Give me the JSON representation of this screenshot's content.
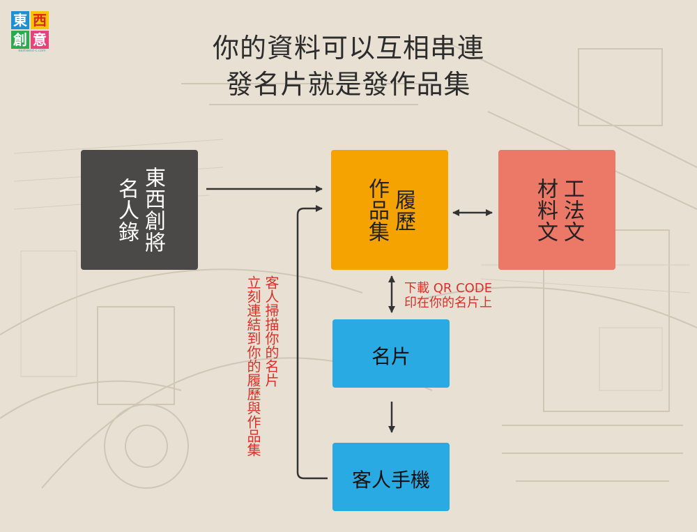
{
  "logo": {
    "chars": [
      "東",
      "西",
      "創",
      "意"
    ],
    "url": "eastwest-c.com"
  },
  "title": {
    "line1": "你的資料可以互相串連",
    "line2": "發名片就是發作品集"
  },
  "boxes": {
    "directory": {
      "col1": "東西創將",
      "col2": "名人錄",
      "color": "#4b4948"
    },
    "resume": {
      "col1": "履歷",
      "col2": "作品集",
      "color": "#f4a300"
    },
    "articles": {
      "col1": "工法文",
      "col2": "材料文",
      "color": "#ec7868"
    },
    "card": {
      "label": "名片",
      "color": "#29aae2"
    },
    "phone": {
      "label": "客人手機",
      "color": "#29aae2"
    }
  },
  "notes": {
    "qr_line1": "下載 QR CODE",
    "qr_line2": "印在你的名片上",
    "scan_col1": "客人掃描你的名片",
    "scan_col2": "立刻連結到你的履歷與作品集"
  }
}
